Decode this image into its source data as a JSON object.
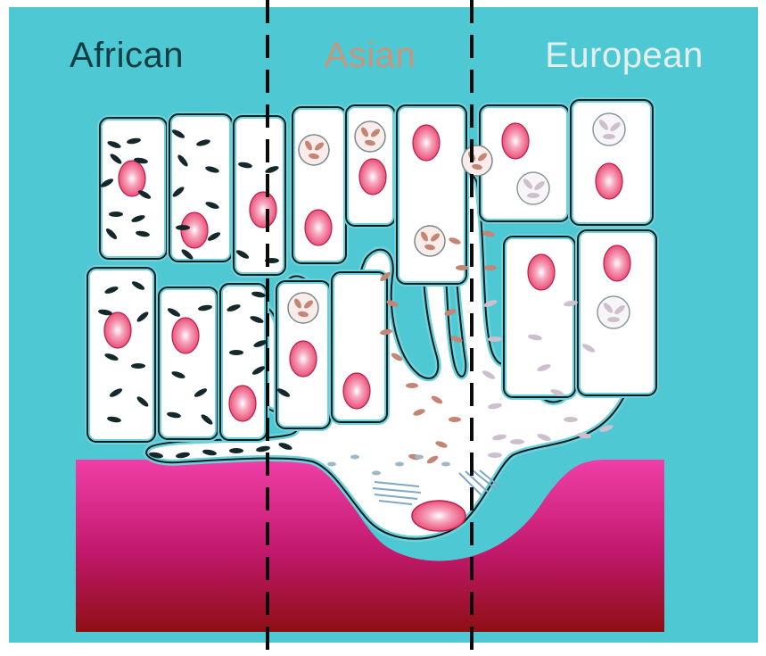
{
  "regions": [
    {
      "label": "African",
      "color": "#0d3e43"
    },
    {
      "label": "Asian",
      "color": "#c7967c"
    },
    {
      "label": "European",
      "color": "#e4eeee"
    }
  ],
  "colors": {
    "background": "#4ec9d4",
    "cell_fill": "#ffffff",
    "membrane": "#0b1e22",
    "membrane_highlight": "#6fd1da",
    "nucleus": "#e8426e",
    "african_melanosome": "#14282c",
    "asian_melanosome": "#c48574",
    "european_melanosome": "#cdbfcd",
    "dermis_top": "#f03fa8",
    "dermis_bottom": "#8e0f14",
    "divider": "#0b0b0b"
  }
}
